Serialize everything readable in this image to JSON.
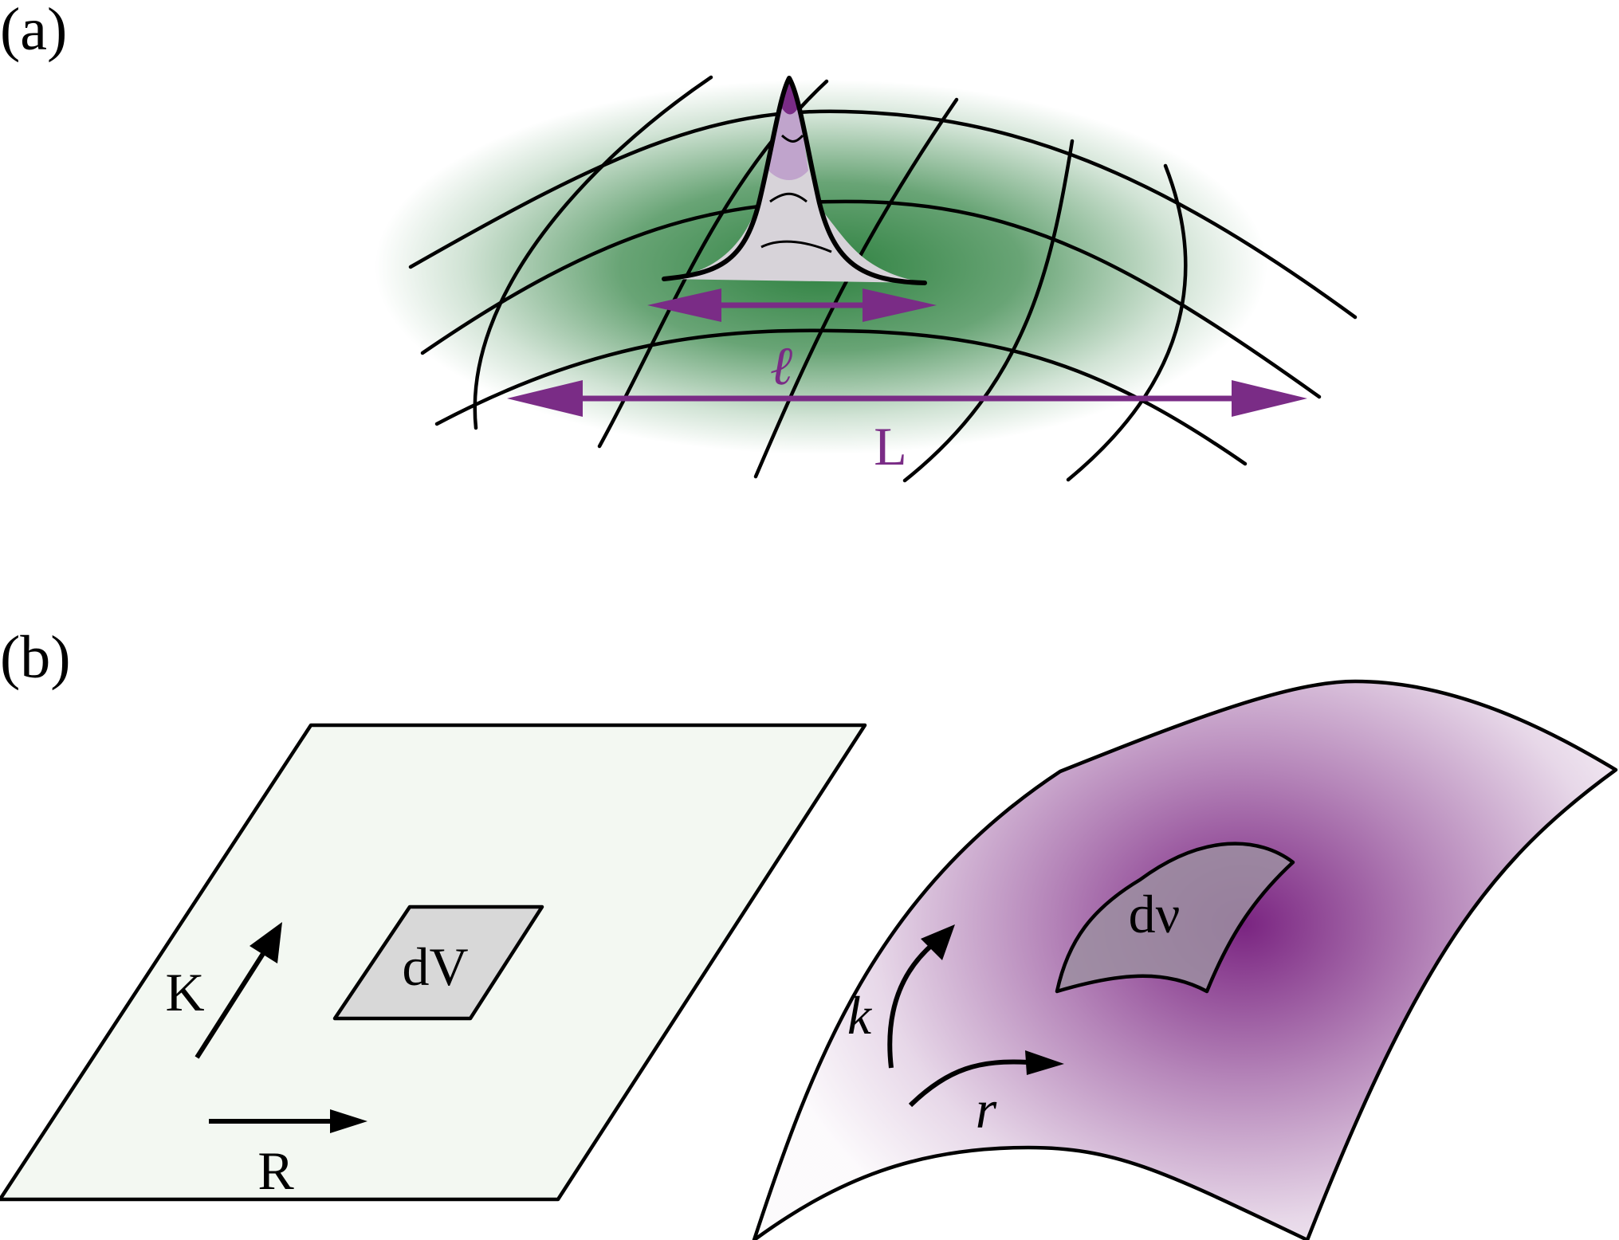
{
  "panels": {
    "a": {
      "label": "(a)",
      "small_scale_symbol": "ℓ",
      "large_scale_symbol": "L"
    },
    "b": {
      "label": "(b)",
      "flat": {
        "volume_element": "dV",
        "momentum_symbol": "K",
        "position_symbol": "R"
      },
      "curved": {
        "volume_element": "dν",
        "momentum_symbol": "k",
        "position_symbol": "r"
      }
    }
  },
  "colors": {
    "green_density": "#2e8140",
    "purple_accent": "#7a2c86",
    "peak_light": "#c0a4cc",
    "peak_gray": "#d7d3d9",
    "flat_sheet_fill": "#f3f8f2",
    "volume_fill": "#d8d8d8",
    "curved_sheet_purple": "#7a2481"
  }
}
